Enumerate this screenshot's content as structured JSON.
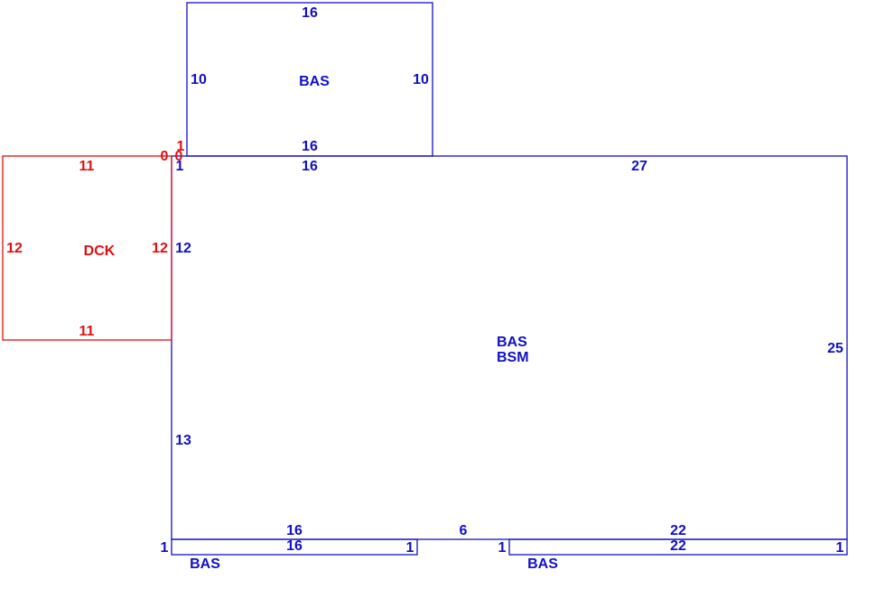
{
  "colors": {
    "main": "#1010c8",
    "deck": "#e01010",
    "background": "#ffffff"
  },
  "areas": {
    "upper_bas": {
      "code": "BAS",
      "top": "16",
      "left": "10",
      "right": "10",
      "bottom": "16"
    },
    "main": {
      "code1": "BAS",
      "code2": "BSM",
      "top_left": "16",
      "top_right": "27",
      "right": "25",
      "left_upper": "12",
      "left_lower": "13",
      "bottom_left": "16",
      "bottom_gap": "6",
      "bottom_right": "22",
      "corner": "1"
    },
    "deck": {
      "code": "DCK",
      "top": "11",
      "bottom": "11",
      "left": "12",
      "right": "12",
      "corner_a": "0",
      "corner_b": "0",
      "corner_c": "1"
    },
    "strip_left": {
      "code": "BAS",
      "length": "16",
      "end_left": "1",
      "end_right": "1"
    },
    "strip_right": {
      "code": "BAS",
      "length": "22",
      "end_left": "1",
      "end_right": "1"
    }
  }
}
